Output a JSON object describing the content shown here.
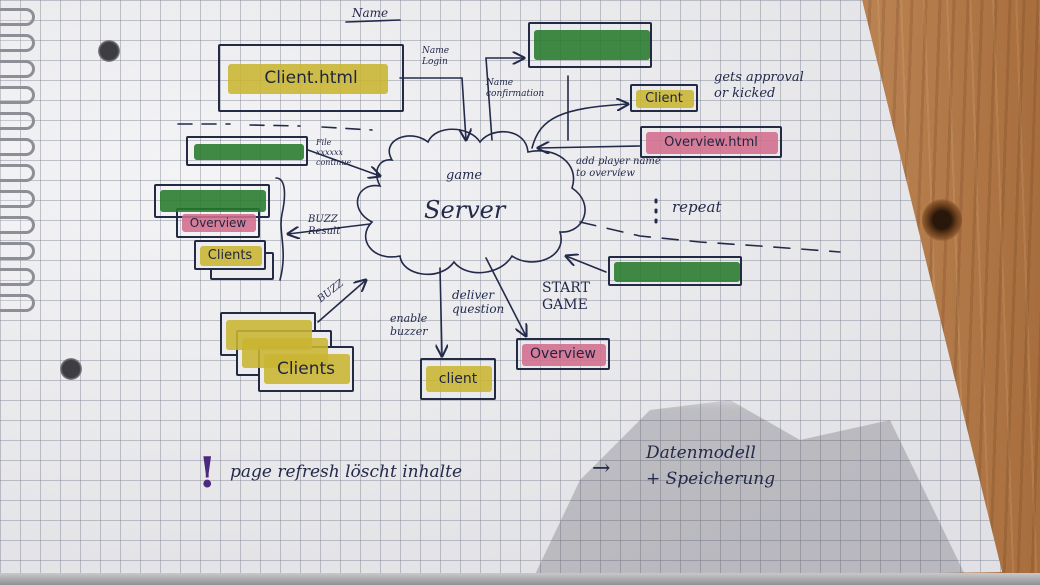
{
  "cloud": {
    "line1": "game",
    "line2": "Server"
  },
  "top_label": "Name",
  "boxes": {
    "client_html": "Client.html",
    "top_left_green": "",
    "top_right_green": "",
    "client_approval": "Client",
    "overview_html": "Overview.html",
    "stack_green": "",
    "stack_overview": "Overview",
    "stack_clients": "Clients",
    "clients_bottom": "Clients",
    "client_bottom": "client",
    "overview_bottom": "Overview",
    "right_green": ""
  },
  "annotations": {
    "name_login": "Name\nLogin",
    "name_confirmation": "Name\nconfirmation",
    "gets_approval": "gets approval\nor kicked",
    "add_player": "add player name\nto overview",
    "repeat": "repeat",
    "file_continue": "File\nxxxxxx\ncontinue",
    "buzz_result": "BUZZ\nResult",
    "buzz": "BUZZ",
    "deliver_question": "deliver\nquestion",
    "enable_buzzer": "enable\nbuzzer",
    "start_game": "START\nGAME",
    "note_mark": "!",
    "note_line1": "page refresh löscht inhalte",
    "note_arrow": "→",
    "note_line2": "Datenmodell\n+ Speicherung"
  },
  "colors": {
    "ink": "#232a4a",
    "highlight_yellow": "#c9b531",
    "highlight_green": "#267a2c",
    "highlight_pink": "#d26d8c",
    "exclamation": "#4a2a7a"
  }
}
